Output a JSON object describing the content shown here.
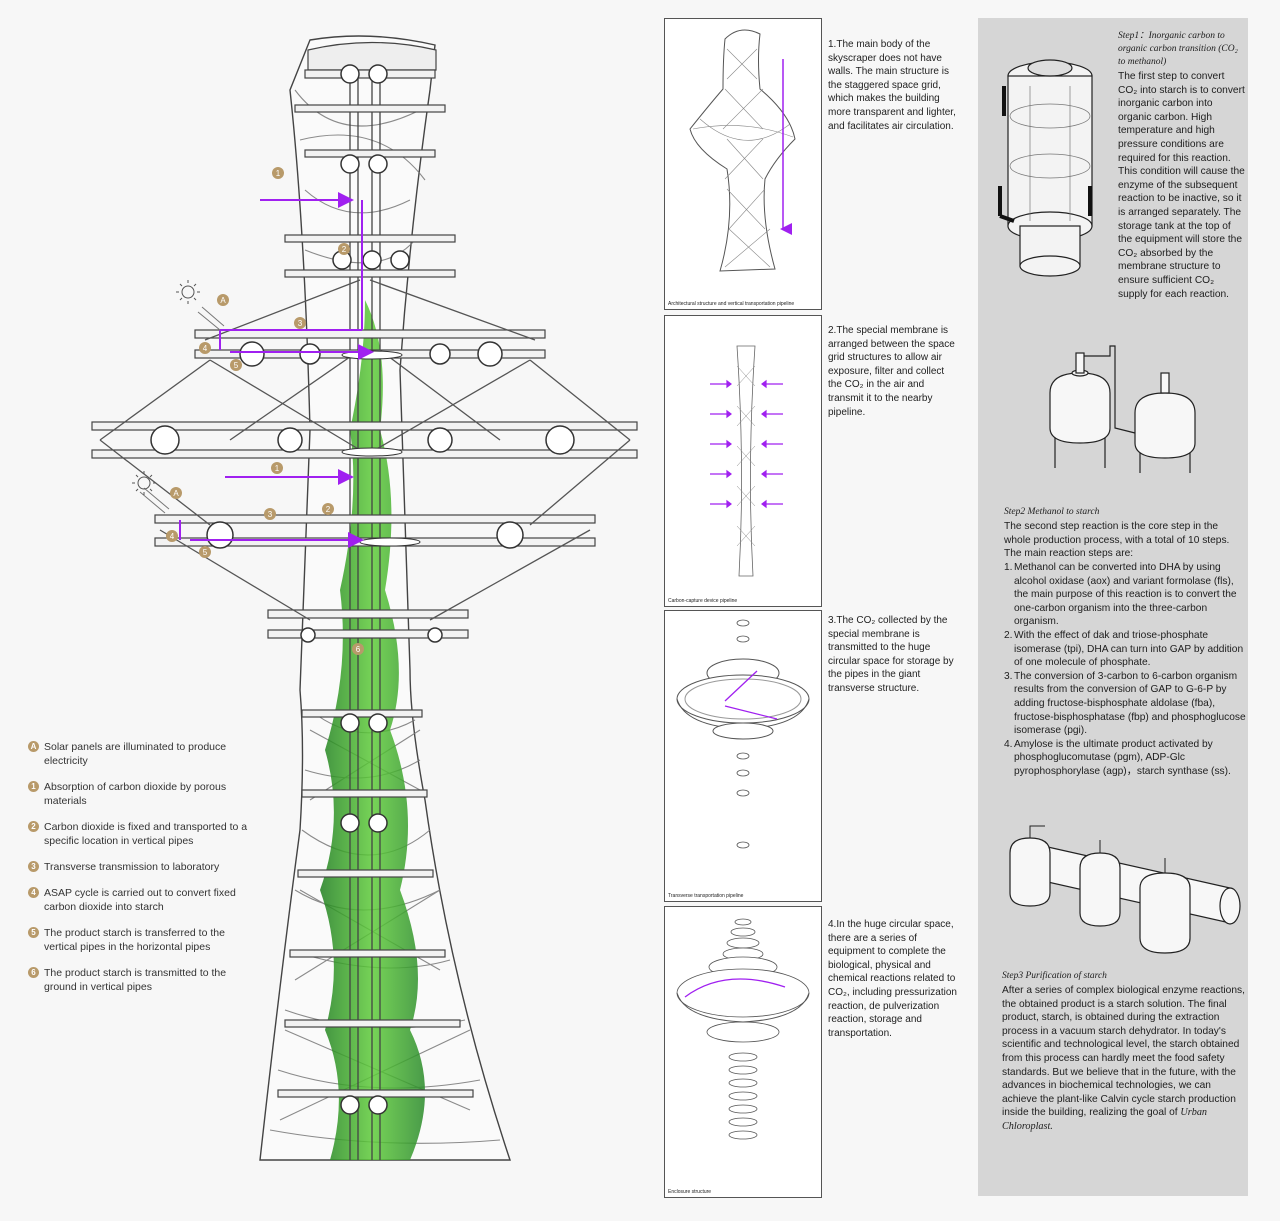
{
  "legend": [
    {
      "badge": "A",
      "text": "Solar panels are illuminated to produce electricity"
    },
    {
      "badge": "1",
      "text": "Absorption of carbon dioxide by porous materials"
    },
    {
      "badge": "2",
      "text": "Carbon dioxide is fixed and transported to a specific location in  vertical pipes"
    },
    {
      "badge": "3",
      "text": "Transverse transmission to laboratory"
    },
    {
      "badge": "4",
      "text": "ASAP cycle is carried out to convert fixed carbon dioxide into starch"
    },
    {
      "badge": "5",
      "text": "The product starch is transferred to the vertical pipes in the horizontal pipes"
    },
    {
      "badge": "6",
      "text": "The product starch is transmitted to the ground in vertical pipes"
    }
  ],
  "tower_markers": [
    "1",
    "2",
    "A",
    "3",
    "4",
    "5",
    "1",
    "A",
    "3",
    "4",
    "2",
    "5",
    "6"
  ],
  "panels": [
    {
      "number": "1",
      "caption": "Architectural structure and vertical transportation pipeline",
      "text": "1.The main body of the skyscraper does not have walls. The main structure is the staggered space grid, which makes the building more transparent and lighter, and facilitates air circulation."
    },
    {
      "number": "2",
      "caption": "Carbon-capture device pipeline",
      "text": "2.The special membrane is arranged between the space grid structures to allow air exposure, filter and collect the CO₂ in the air and transmit it to the nearby pipeline."
    },
    {
      "number": "3",
      "caption": "Transverse transportation pipeline",
      "text": "3.The CO₂ collected by the special membrane is transmitted to the huge circular space for storage by the pipes in the giant transverse structure."
    },
    {
      "number": "4",
      "caption": "Enclosure structure",
      "text": "4.In the huge circular space, there are a series of equipment to complete the biological, physical and chemical reactions related to CO₂, including pressurization reaction, de pulverization reaction, storage and transportation."
    }
  ],
  "step1": {
    "title": "Step1：Inorganic carbon to organic carbon transition (CO₂ to methanol)",
    "text": "The first step to convert CO₂ into starch is to convert inorganic carbon into organic carbon. High temperature and high pressure conditions are required for this reaction. This condition will cause the enzyme of the subsequent reaction to be inactive, so it is arranged separately. The storage tank at the top of the equipment will store the CO₂ absorbed by the membrane structure to ensure sufficient CO₂ supply for each reaction."
  },
  "step2": {
    "title": "Step2     Methanol to starch",
    "intro": "The second step reaction is the core step in the whole production process, with a total of 10 steps. The main reaction steps are:",
    "items": [
      {
        "n": "1.",
        "text": "Methanol can be converted into DHA by using alcohol oxidase (aox) and variant formolase (fls), the main purpose of this reaction is to convert the one-carbon organism into the three-carbon organism."
      },
      {
        "n": "2.",
        "text": "With the effect of dak and triose-phosphate isomerase (tpi), DHA can turn into GAP by addition of one molecule of phosphate."
      },
      {
        "n": "3.",
        "text": "The conversion of 3-carbon to 6-carbon organism results from the conversion of GAP to G-6-P by adding fructose-bisphosphate aldolase (fba), fructose-bisphosphatase (fbp) and phosphoglucose isomerase (pgi)."
      },
      {
        "n": "4.",
        "text": "Amylose is the ultimate product activated by phosphoglucomutase (pgm), ADP-Glc pyrophosphorylase (agp)，starch synthase (ss)."
      }
    ]
  },
  "step3": {
    "title": "Step3     Purification of starch",
    "text": "After a series of complex biological enzyme reactions, the obtained product is a starch solution. The final product, starch, is obtained during the extraction process in a vacuum starch dehydrator. In today's scientific and technological level, the starch obtained from this process can hardly meet the food safety standards. But we believe that in the future, with the advances in biochemical technologies, we can achieve the plant-like Calvin cycle starch production inside the building, realizing the goal of",
    "goal": "Urban Chloroplast."
  },
  "colors": {
    "accent_purple": "#a020f0",
    "green": "#2e9a2e",
    "badge": "#b89a6a",
    "panel_bg": "#d6d6d6"
  }
}
